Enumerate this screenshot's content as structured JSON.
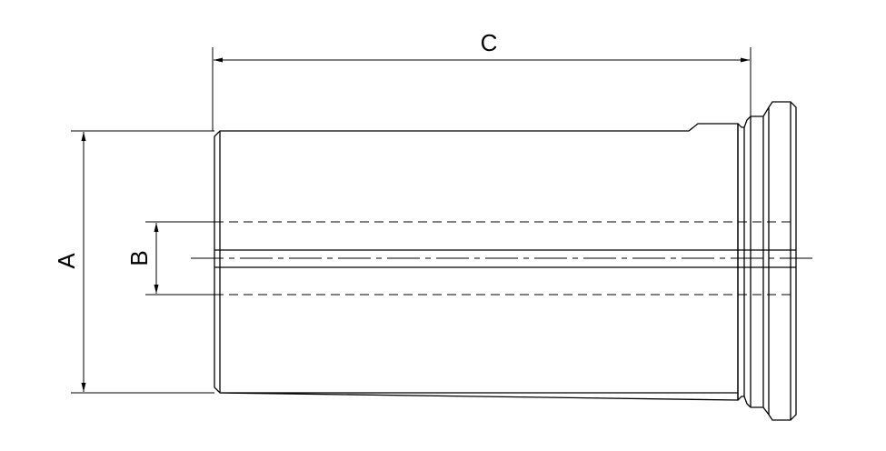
{
  "drawing": {
    "dimension_labels": {
      "c": "C",
      "a": "A",
      "b": "B"
    },
    "line_color": "#000000",
    "background_color": "#ffffff"
  }
}
